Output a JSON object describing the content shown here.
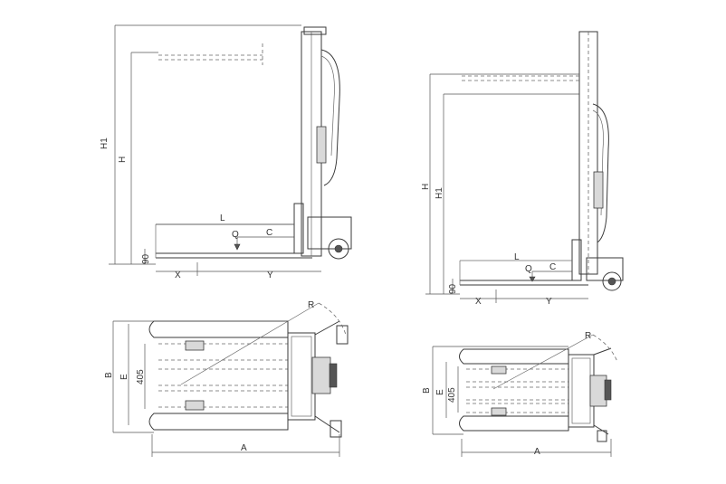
{
  "labels": {
    "H1": "H1",
    "H": "H",
    "L": "L",
    "C": "C",
    "Q": "Q",
    "X": "X",
    "Y": "Y",
    "h90": "90",
    "R": "R",
    "B": "B",
    "E": "E",
    "w405": "405",
    "A": "A"
  }
}
